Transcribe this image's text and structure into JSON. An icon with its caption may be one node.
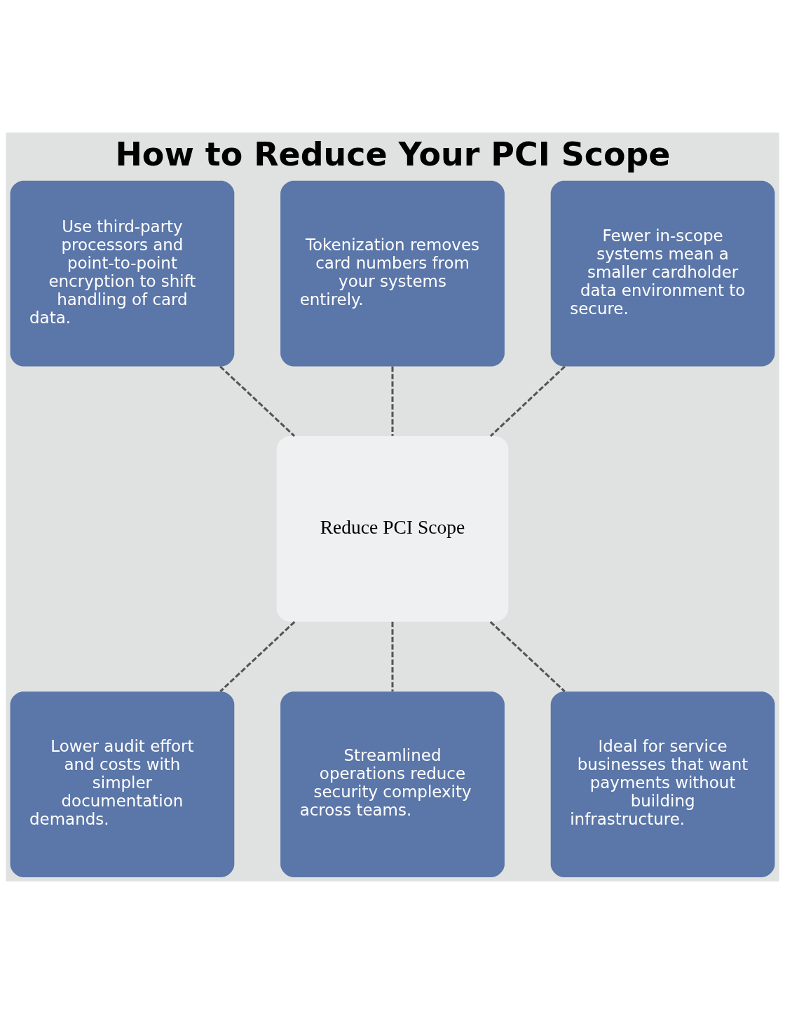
{
  "diagram": {
    "title": "How to Reduce Your PCI Scope",
    "nodes": [
      {
        "text": [
          "Use third-party processors and point-to-point encryption to shift handling of card data."
        ]
      },
      {
        "text": [
          "Tokenization removes card numbers from your systems entirely."
        ]
      },
      {
        "text": [
          "Fewer in-scope systems mean a smaller cardholder data environment to secure."
        ]
      },
      {
        "text": [
          "Reduce PCI Scope"
        ]
      },
      {
        "text": [
          "Lower audit effort and costs with simpler documentation demands."
        ]
      },
      {
        "text": [
          "Streamlined operations reduce security complexity across teams."
        ]
      },
      {
        "text": [
          "Ideal for service businesses that want payments without building infrastructure."
        ]
      }
    ],
    "edges": [
      {
        "from": 0,
        "to": 3,
        "arrow": "none",
        "style": "dashed"
      },
      {
        "from": 1,
        "to": 3,
        "arrow": "none",
        "style": "dashed"
      },
      {
        "from": 2,
        "to": 3,
        "arrow": "none",
        "style": "dashed"
      },
      {
        "from": 3,
        "to": 4,
        "arrow": "none",
        "style": "dashed"
      },
      {
        "from": 3,
        "to": 5,
        "arrow": "none",
        "style": "dashed"
      },
      {
        "from": 3,
        "to": 6,
        "arrow": "none",
        "style": "dashed"
      }
    ]
  }
}
